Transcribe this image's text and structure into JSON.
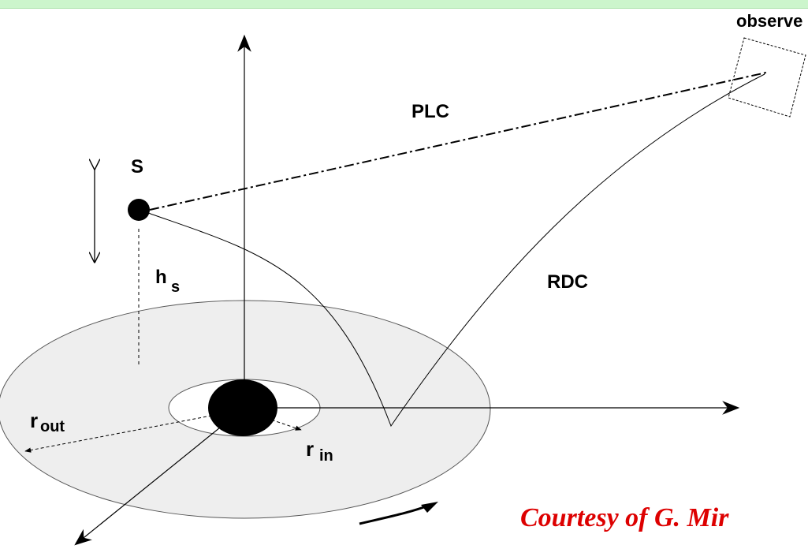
{
  "labels": {
    "observer": "observe",
    "plc": "PLC",
    "source": "S",
    "height": "h",
    "height_sub": "s",
    "rdc": "RDC",
    "r_out": "r",
    "r_out_sub": "out",
    "r_in": "r",
    "r_in_sub": "in"
  },
  "credit": "Courtesy of G. Mir",
  "colors": {
    "top_bar": "#ccf5cc",
    "disk_fill": "#eeeeee",
    "credit_text": "#dd0000",
    "ink": "#000000"
  }
}
